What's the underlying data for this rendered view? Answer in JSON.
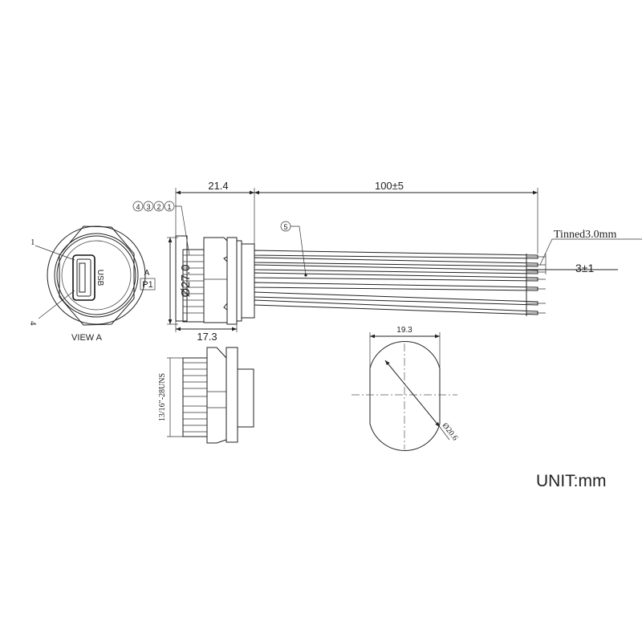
{
  "dimensions": {
    "body_length": "21.4",
    "wire_length": "100±5",
    "diameter": "Ø27.0",
    "thread_length": "17.3",
    "cutout_width": "19.3",
    "cutout_diameter": "Ø20.6",
    "strip_length": "3±1",
    "thread_spec": "13/16\"-28UNS"
  },
  "labels": {
    "tinned": "Tinned3.0mm",
    "view": "VIEW A",
    "section_a": "A",
    "section_p": "P1",
    "usb": "USB",
    "pin_1": "1",
    "pin_4": "4",
    "unit": "UNIT:mm"
  },
  "callouts": [
    "4",
    "3",
    "2",
    "1"
  ],
  "callout_wire": "5"
}
